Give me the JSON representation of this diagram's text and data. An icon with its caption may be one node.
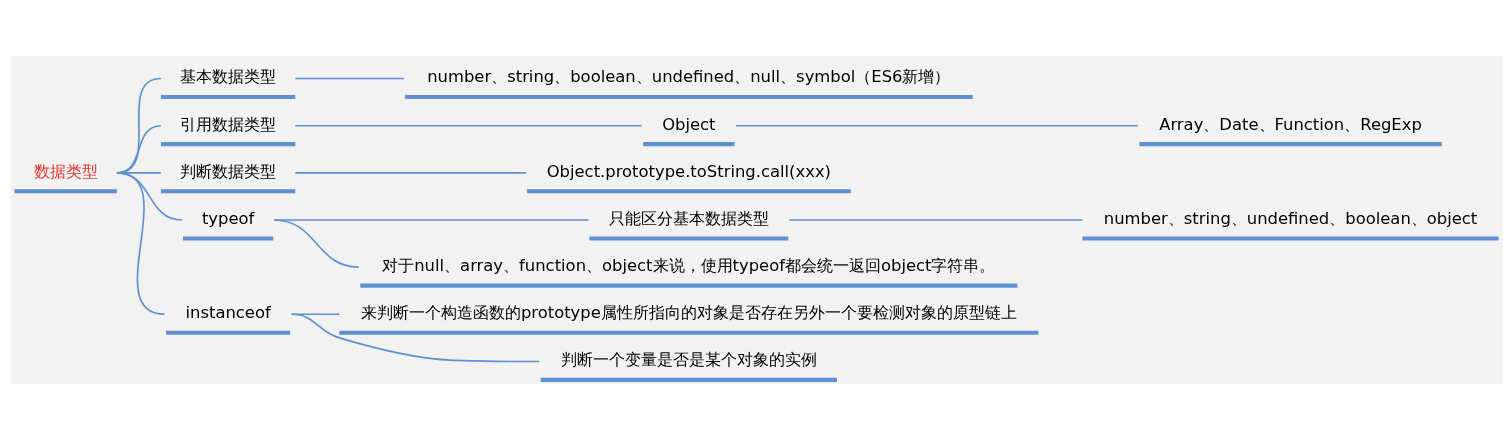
{
  "diagram": {
    "nodes": [
      {
        "text": [
          "数据类型"
        ]
      },
      {
        "text": [
          "基本数据类型"
        ]
      },
      {
        "text": [
          "number、string、boolean、undefined、null、symbol（ES6新增）"
        ]
      },
      {
        "text": [
          "引用数据类型"
        ]
      },
      {
        "text": [
          "Object"
        ]
      },
      {
        "text": [
          "Array、Date、Function、RegExp"
        ]
      },
      {
        "text": [
          "判断数据类型"
        ]
      },
      {
        "text": [
          "Object.prototype.toString.call(xxx)"
        ]
      },
      {
        "text": [
          "typeof"
        ]
      },
      {
        "text": [
          "只能区分基本数据类型"
        ]
      },
      {
        "text": [
          "number、string、undefined、boolean、object"
        ]
      },
      {
        "text": [
          "对于null、array、function、object来说，使用typeof都会统一返回object字符串。"
        ]
      },
      {
        "text": [
          "instanceof"
        ]
      },
      {
        "text": [
          "来判断一个构造函数的prototype属性所指向的对象是否存在另外一个要检测对象的原型链上"
        ]
      },
      {
        "text": [
          "判断一个变量是否是某个对象的实例"
        ]
      }
    ],
    "edges": [
      {
        "from": 0,
        "to": 1,
        "arrow": "none"
      },
      {
        "from": 1,
        "to": 2,
        "arrow": "none"
      },
      {
        "from": 0,
        "to": 3,
        "arrow": "none"
      },
      {
        "from": 3,
        "to": 4,
        "arrow": "none"
      },
      {
        "from": 4,
        "to": 5,
        "arrow": "none"
      },
      {
        "from": 0,
        "to": 6,
        "arrow": "none"
      },
      {
        "from": 6,
        "to": 7,
        "arrow": "none"
      },
      {
        "from": 0,
        "to": 8,
        "arrow": "none"
      },
      {
        "from": 8,
        "to": 9,
        "arrow": "none"
      },
      {
        "from": 9,
        "to": 10,
        "arrow": "none"
      },
      {
        "from": 8,
        "to": 11,
        "arrow": "none"
      },
      {
        "from": 0,
        "to": 12,
        "arrow": "none"
      },
      {
        "from": 12,
        "to": 13,
        "arrow": "none"
      },
      {
        "from": 12,
        "to": 14,
        "arrow": "none"
      }
    ]
  }
}
